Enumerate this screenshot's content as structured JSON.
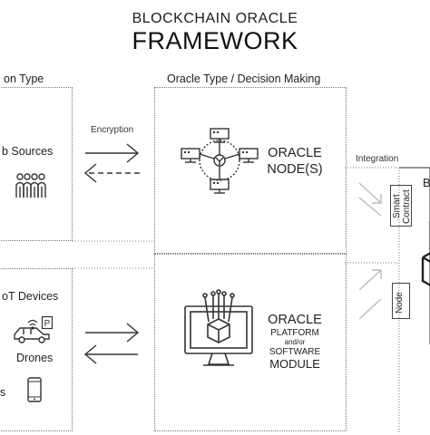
{
  "title": {
    "line1": "BLOCKCHAIN ORACLE",
    "line2": "FRAMEWORK"
  },
  "headers": {
    "left": "on Type",
    "middle": "Oracle Type / Decision Making"
  },
  "left_top": {
    "label": "b Sources",
    "icon": "people-icon"
  },
  "left_bottom": {
    "iot": "oT Devices",
    "drones": "Drones",
    "s": "s",
    "icons": [
      "car-icon",
      "parking-icon",
      "smartphone-icon"
    ]
  },
  "arrows": {
    "encryption": "Encryption",
    "integration": "Integration"
  },
  "oracle_node": {
    "line1": "ORACLE",
    "line2": "NODE(S)"
  },
  "oracle_platform": {
    "line1": "ORACLE",
    "line2": "PLATFORM",
    "line3": "and/or",
    "line4": "SOFTWARE",
    "line5": "MODULE"
  },
  "right": {
    "smart_contract": "Smart Contract",
    "node": "Node",
    "partial": "B"
  }
}
